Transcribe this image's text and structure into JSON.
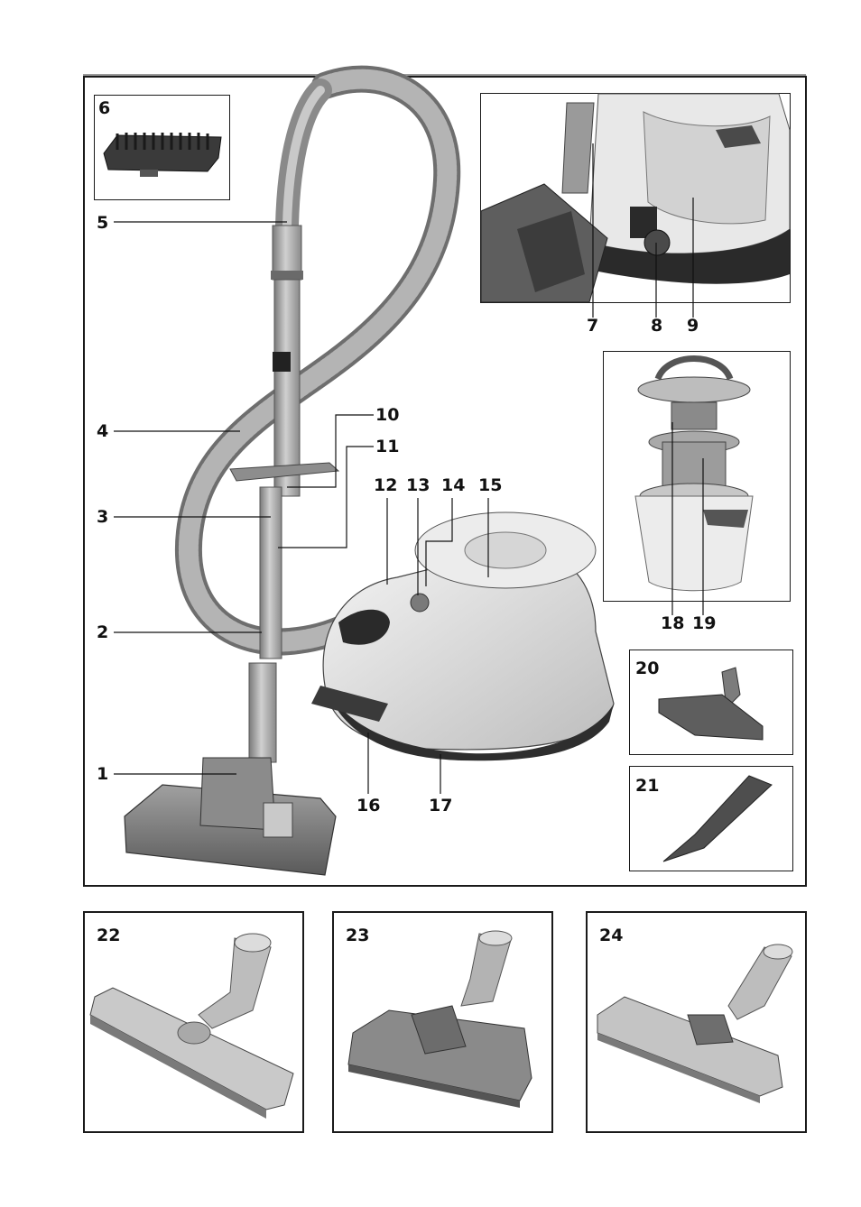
{
  "labels": {
    "l1": "1",
    "l2": "2",
    "l3": "3",
    "l4": "4",
    "l5": "5",
    "l6": "6",
    "l7": "7",
    "l8": "8",
    "l9": "9",
    "l10": "10",
    "l11": "11",
    "l12": "12",
    "l13": "13",
    "l14": "14",
    "l15": "15",
    "l16": "16",
    "l17": "17",
    "l18": "18",
    "l19": "19",
    "l20": "20",
    "l21": "21",
    "l22": "22",
    "l23": "23",
    "l24": "24"
  },
  "colors": {
    "line": "#111111",
    "body_light": "#e6e6e6",
    "body_dark": "#3c3c3c",
    "hose": "#8a8a8a",
    "tube": "#a9a9a9"
  },
  "icons": [
    "vacuum-cleaner-illustration",
    "brush-attachment",
    "dust-container",
    "filter-unit",
    "upholstery-nozzle",
    "crevice-nozzle",
    "hard-floor-nozzle",
    "turbo-brush",
    "parquet-nozzle"
  ]
}
